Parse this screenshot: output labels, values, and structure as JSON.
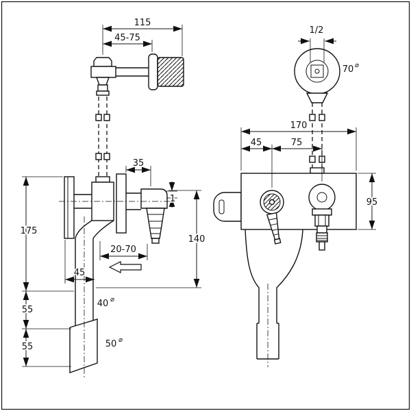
{
  "labels": {
    "depth_total": "115",
    "depth_adjustable": "45-75",
    "thread": "1/2",
    "handwheel_dia": "70",
    "width_total": "170",
    "width_left": "45",
    "width_centers": "75",
    "outlet_offset": "35",
    "slope": "1",
    "body_height": "95",
    "height_total": "175",
    "outlet_drop": "140",
    "depth_adjust_lower": "20-70",
    "wall_offset": "45",
    "tailpipe_upper": "55",
    "tailpipe_lower": "55",
    "pipe_dia_upper": "40",
    "pipe_dia_lower": "50",
    "dia_symbol": "⌀"
  }
}
